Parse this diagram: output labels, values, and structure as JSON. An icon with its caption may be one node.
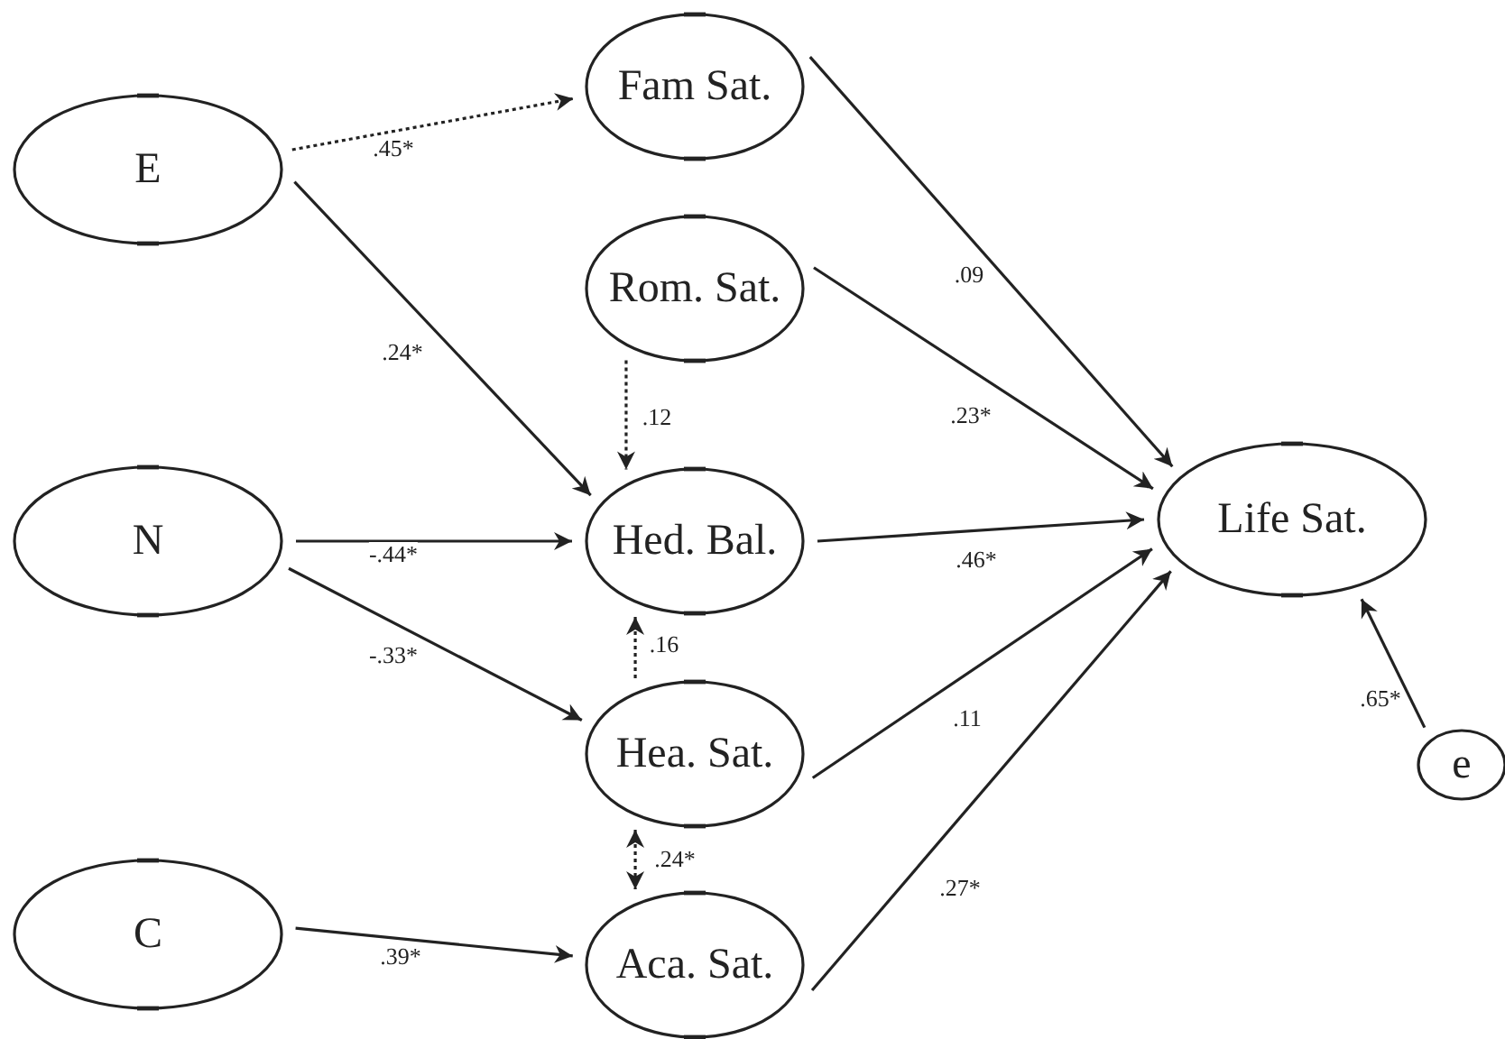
{
  "diagram": {
    "nodes": [
      {
        "text": [
          "E"
        ]
      },
      {
        "text": [
          "Fam Sat."
        ]
      },
      {
        "text": [
          "Rom. Sat."
        ]
      },
      {
        "text": [
          "N"
        ]
      },
      {
        "text": [
          "Hed. Bal."
        ]
      },
      {
        "text": [
          "Hea. Sat."
        ]
      },
      {
        "text": [
          "C"
        ]
      },
      {
        "text": [
          "Aca. Sat."
        ]
      },
      {
        "text": [
          "Life Sat."
        ]
      },
      {
        "text": [
          "e"
        ]
      }
    ],
    "edges": [
      {
        "from": 0,
        "to": 1,
        "arrow": "to",
        "label": ".45*",
        "style": "dashed"
      },
      {
        "from": 0,
        "to": 4,
        "arrow": "to",
        "label": ".24*"
      },
      {
        "from": 2,
        "to": 4,
        "arrow": "to",
        "label": ".12",
        "style": "dashed"
      },
      {
        "from": 3,
        "to": 4,
        "arrow": "to",
        "label": "-.44*"
      },
      {
        "from": 3,
        "to": 5,
        "arrow": "to",
        "label": "-.33*"
      },
      {
        "from": 5,
        "to": 4,
        "arrow": "to",
        "label": ".16",
        "style": "dashed"
      },
      {
        "from": 5,
        "to": 7,
        "arrow": "both",
        "label": ".24*",
        "style": "dashed"
      },
      {
        "from": 6,
        "to": 7,
        "arrow": "to",
        "label": ".39*"
      },
      {
        "from": 1,
        "to": 8,
        "arrow": "to",
        "label": ".09"
      },
      {
        "from": 2,
        "to": 8,
        "arrow": "to",
        "label": ".23*"
      },
      {
        "from": 4,
        "to": 8,
        "arrow": "to",
        "label": ".46*"
      },
      {
        "from": 5,
        "to": 8,
        "arrow": "to",
        "label": ".11"
      },
      {
        "from": 7,
        "to": 8,
        "arrow": "to",
        "label": ".27*"
      },
      {
        "from": 9,
        "to": 8,
        "arrow": "to",
        "label": ".65*"
      }
    ]
  }
}
